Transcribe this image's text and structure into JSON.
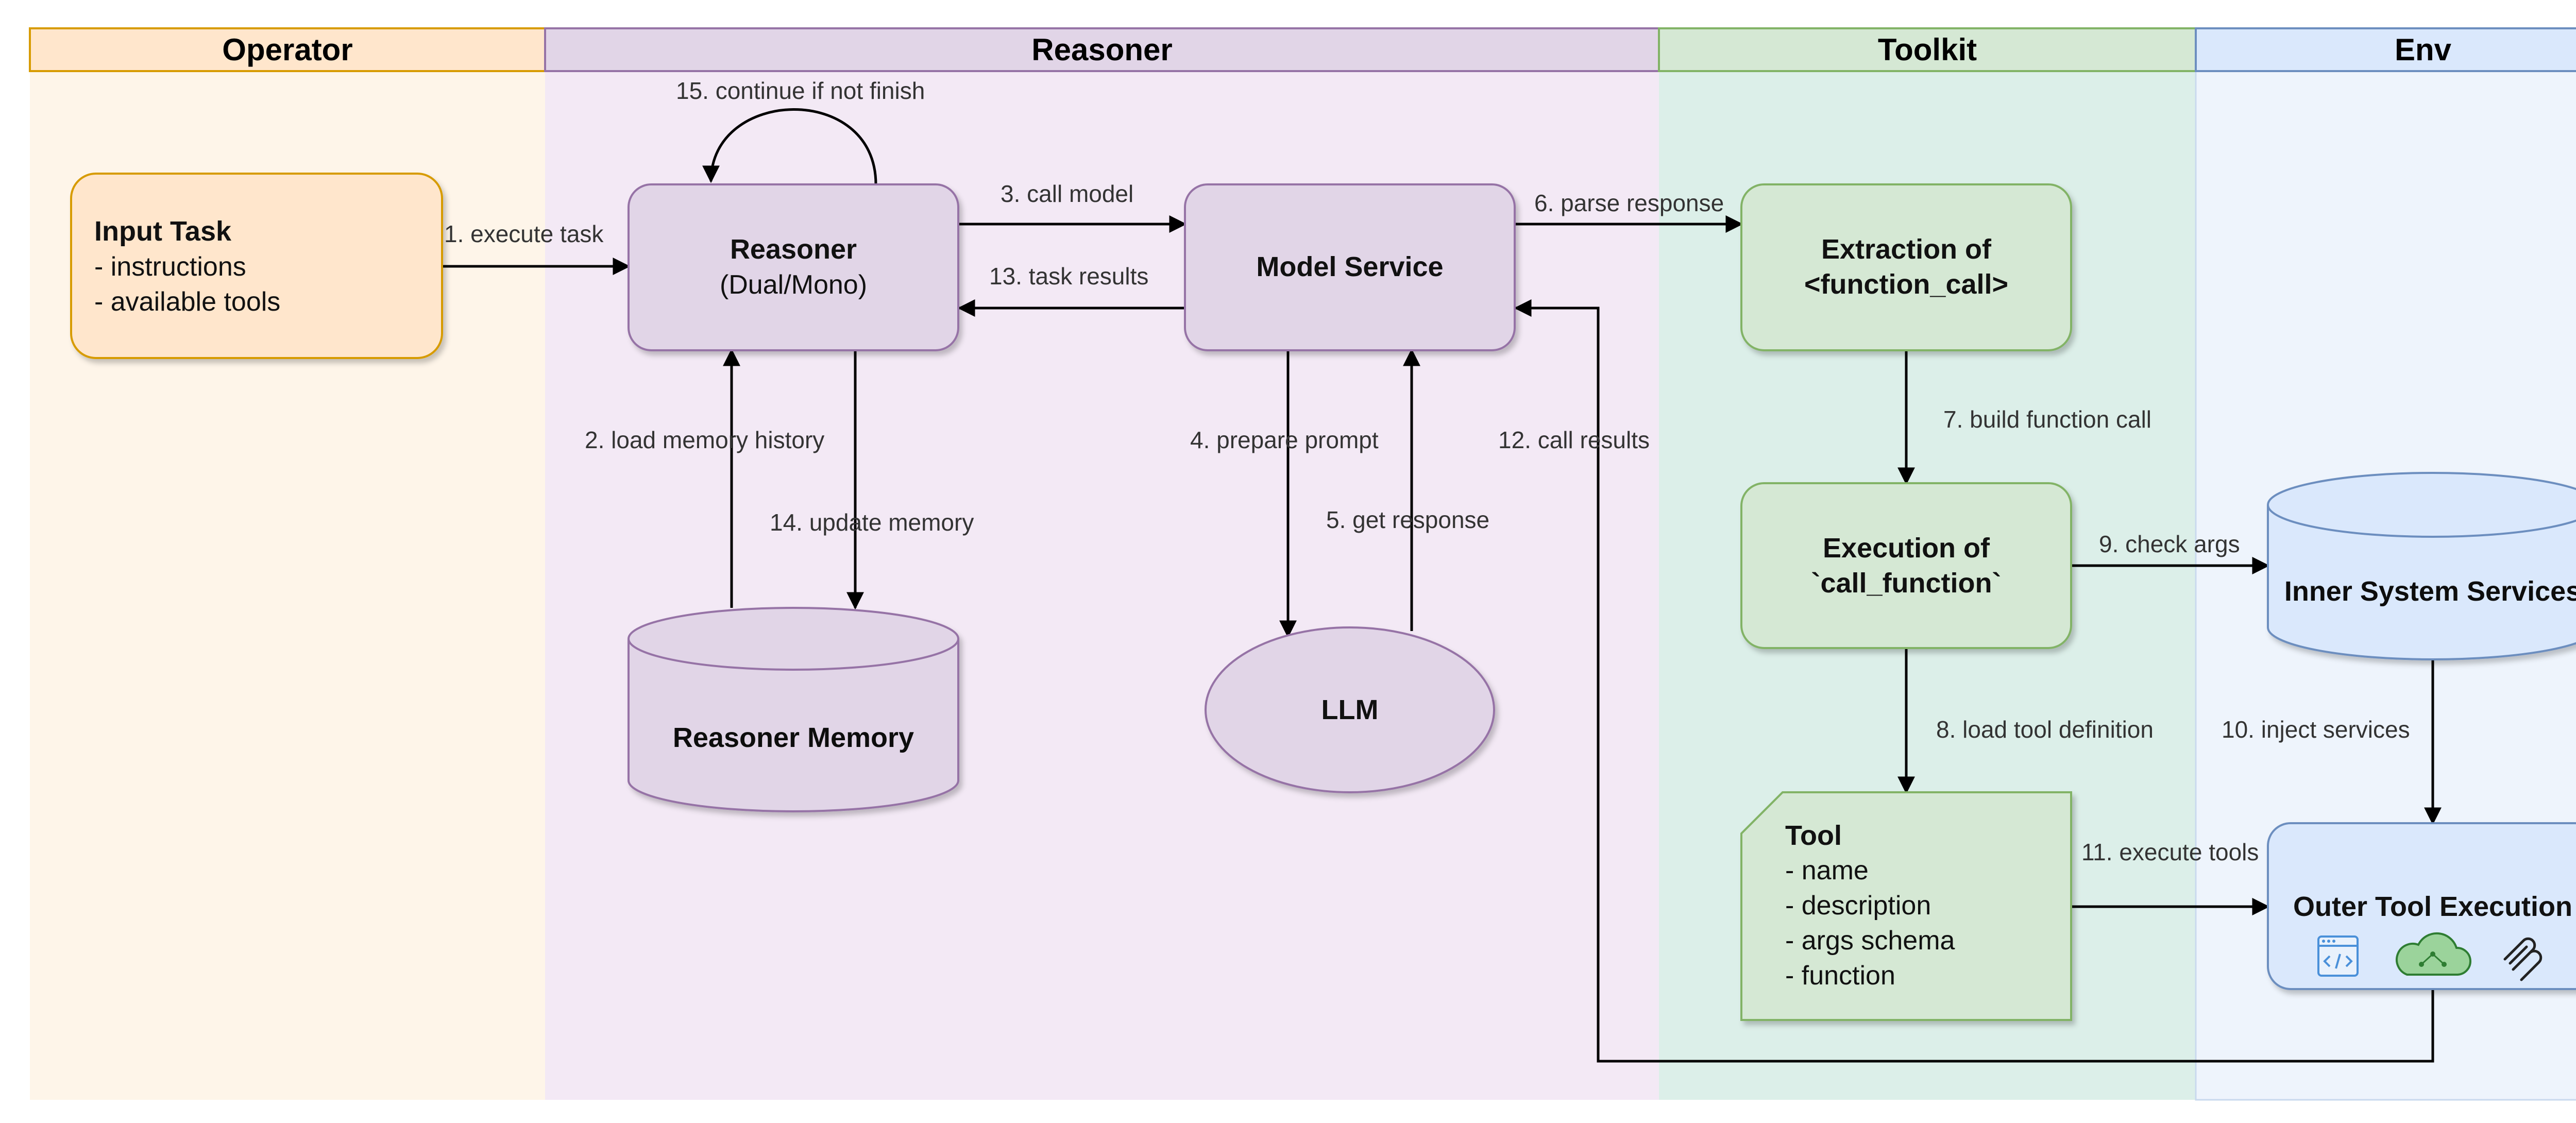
{
  "lanes": {
    "operator": "Operator",
    "reasoner": "Reasoner",
    "toolkit": "Toolkit",
    "env": "Env"
  },
  "nodes": {
    "input_task": {
      "title": "Input Task",
      "lines": [
        "- instructions",
        "- available tools"
      ]
    },
    "reasoner": {
      "title": "Reasoner",
      "subtitle": "(Dual/Mono)"
    },
    "model_service": {
      "title": "Model Service"
    },
    "reasoner_memory": {
      "title": "Reasoner Memory"
    },
    "llm": {
      "title": "LLM"
    },
    "extraction": {
      "line1": "Extraction of",
      "line2": "<function_call>"
    },
    "execution": {
      "line1": "Execution of",
      "line2": "`call_function`"
    },
    "tool": {
      "title": "Tool",
      "lines": [
        "- name",
        "- description",
        "- args schema",
        "- function"
      ]
    },
    "inner_services": {
      "title": "Inner System Services"
    },
    "outer_tool": {
      "title": "Outer Tool Execution"
    }
  },
  "edges": {
    "e1": "1. execute task",
    "e2": "2. load memory history",
    "e3": "3. call model",
    "e4": "4. prepare prompt",
    "e5": "5. get response",
    "e6": "6. parse response",
    "e7": "7. build function call",
    "e8": "8. load tool definition",
    "e9": "9. check args",
    "e10": "10. inject services",
    "e11": "11. execute tools",
    "e12": "12. call results",
    "e13": "13. task results",
    "e14": "14. update memory",
    "e15": "15. continue if not finish"
  },
  "icons": [
    "code-window-icon",
    "cloud-network-icon",
    "mcp-icon"
  ],
  "colors": {
    "operator_fill": "#FEF5E9",
    "operator_header": "#FFE6CC",
    "operator_stroke": "#D79B00",
    "reasoner_fill": "#F3E9F5",
    "reasoner_header": "#E1D5E7",
    "reasoner_stroke": "#9673A6",
    "toolkit_fill": "#DCEFE9",
    "toolkit_header": "#D5E8D4",
    "toolkit_stroke": "#82B366",
    "env_fill": "#EEF4FC",
    "env_header": "#DAE8FC",
    "env_stroke": "#6C8EBF"
  }
}
